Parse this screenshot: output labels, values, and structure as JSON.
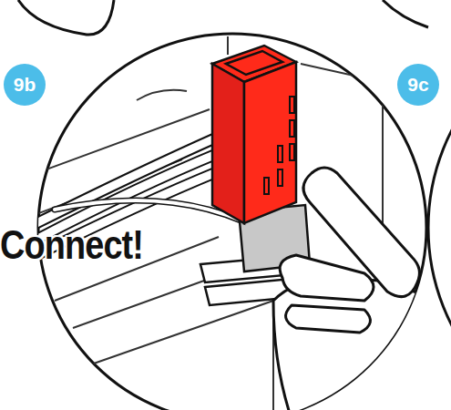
{
  "diagram": {
    "labels": [
      "9b",
      "9c",
      "Connect!"
    ]
  }
}
